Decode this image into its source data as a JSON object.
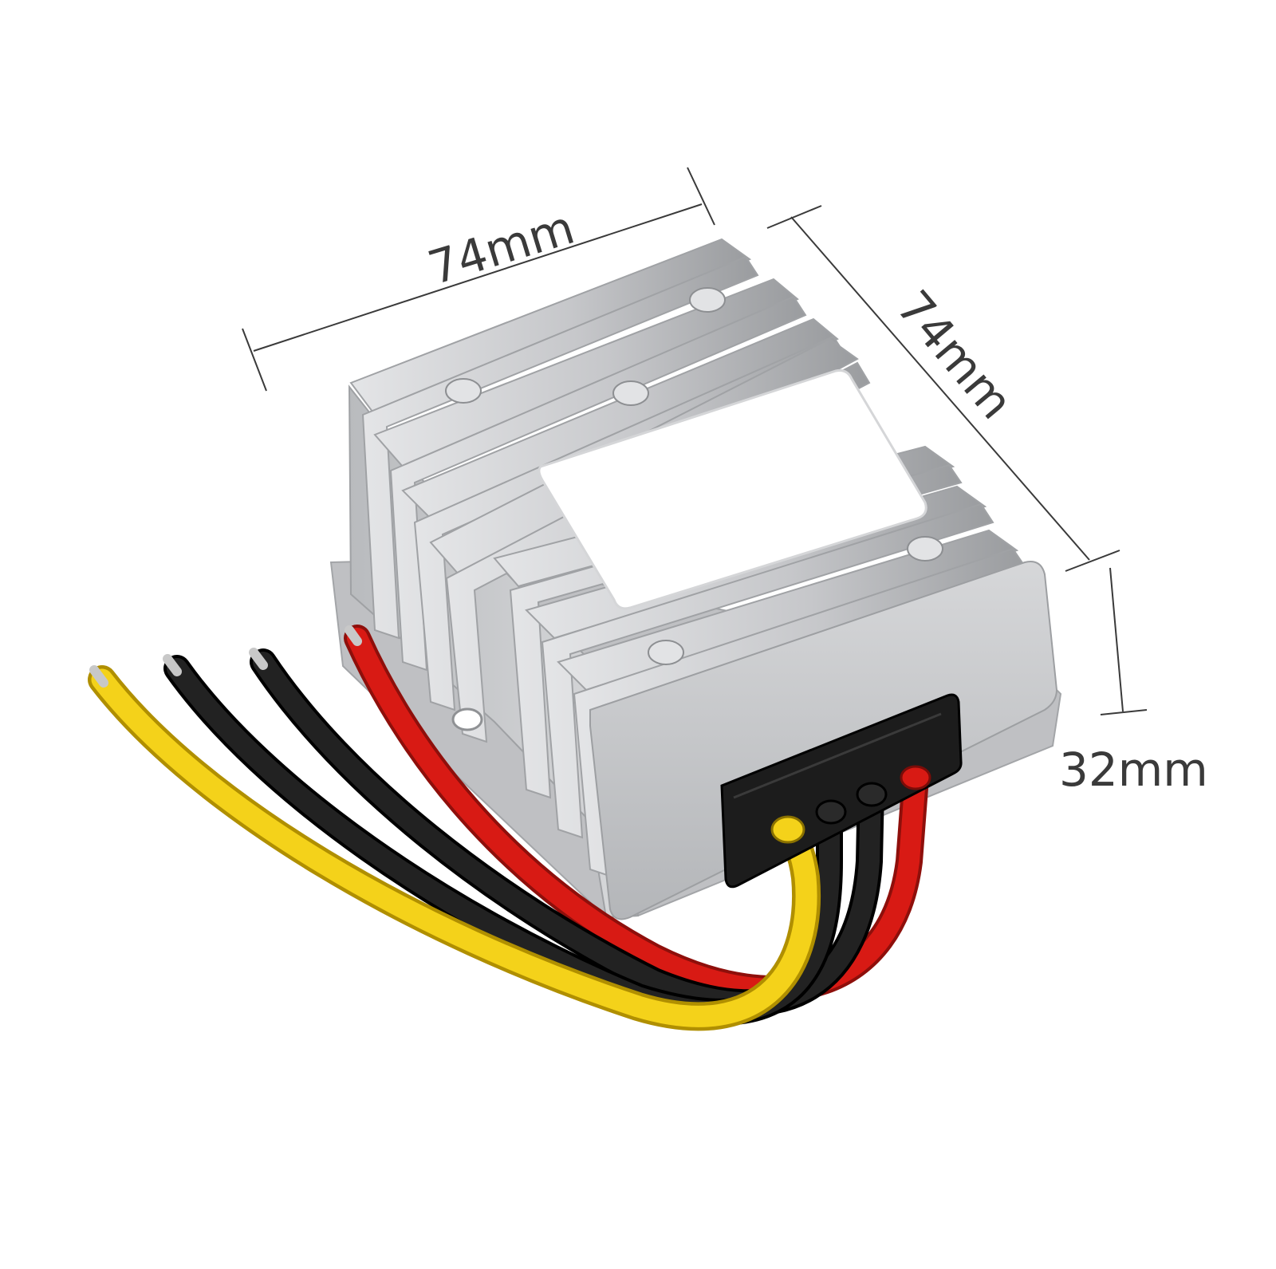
{
  "dimensions": {
    "length_label": "74mm",
    "width_label": "74mm",
    "height_label": "32mm"
  },
  "product": {
    "housing_color": "#c9cacc",
    "housing_shadow": "#9fa1a4",
    "label_color": "#ffffff",
    "connector_color": "#1c1c1c",
    "wires": [
      {
        "name": "yellow-wire",
        "color": "#f4d21a"
      },
      {
        "name": "black-wire-1",
        "color": "#1a1a1a"
      },
      {
        "name": "black-wire-2",
        "color": "#1a1a1a"
      },
      {
        "name": "red-wire",
        "color": "#d81a14"
      }
    ]
  },
  "colors": {
    "dimension_line": "#3a3a3a",
    "background": "#ffffff"
  }
}
